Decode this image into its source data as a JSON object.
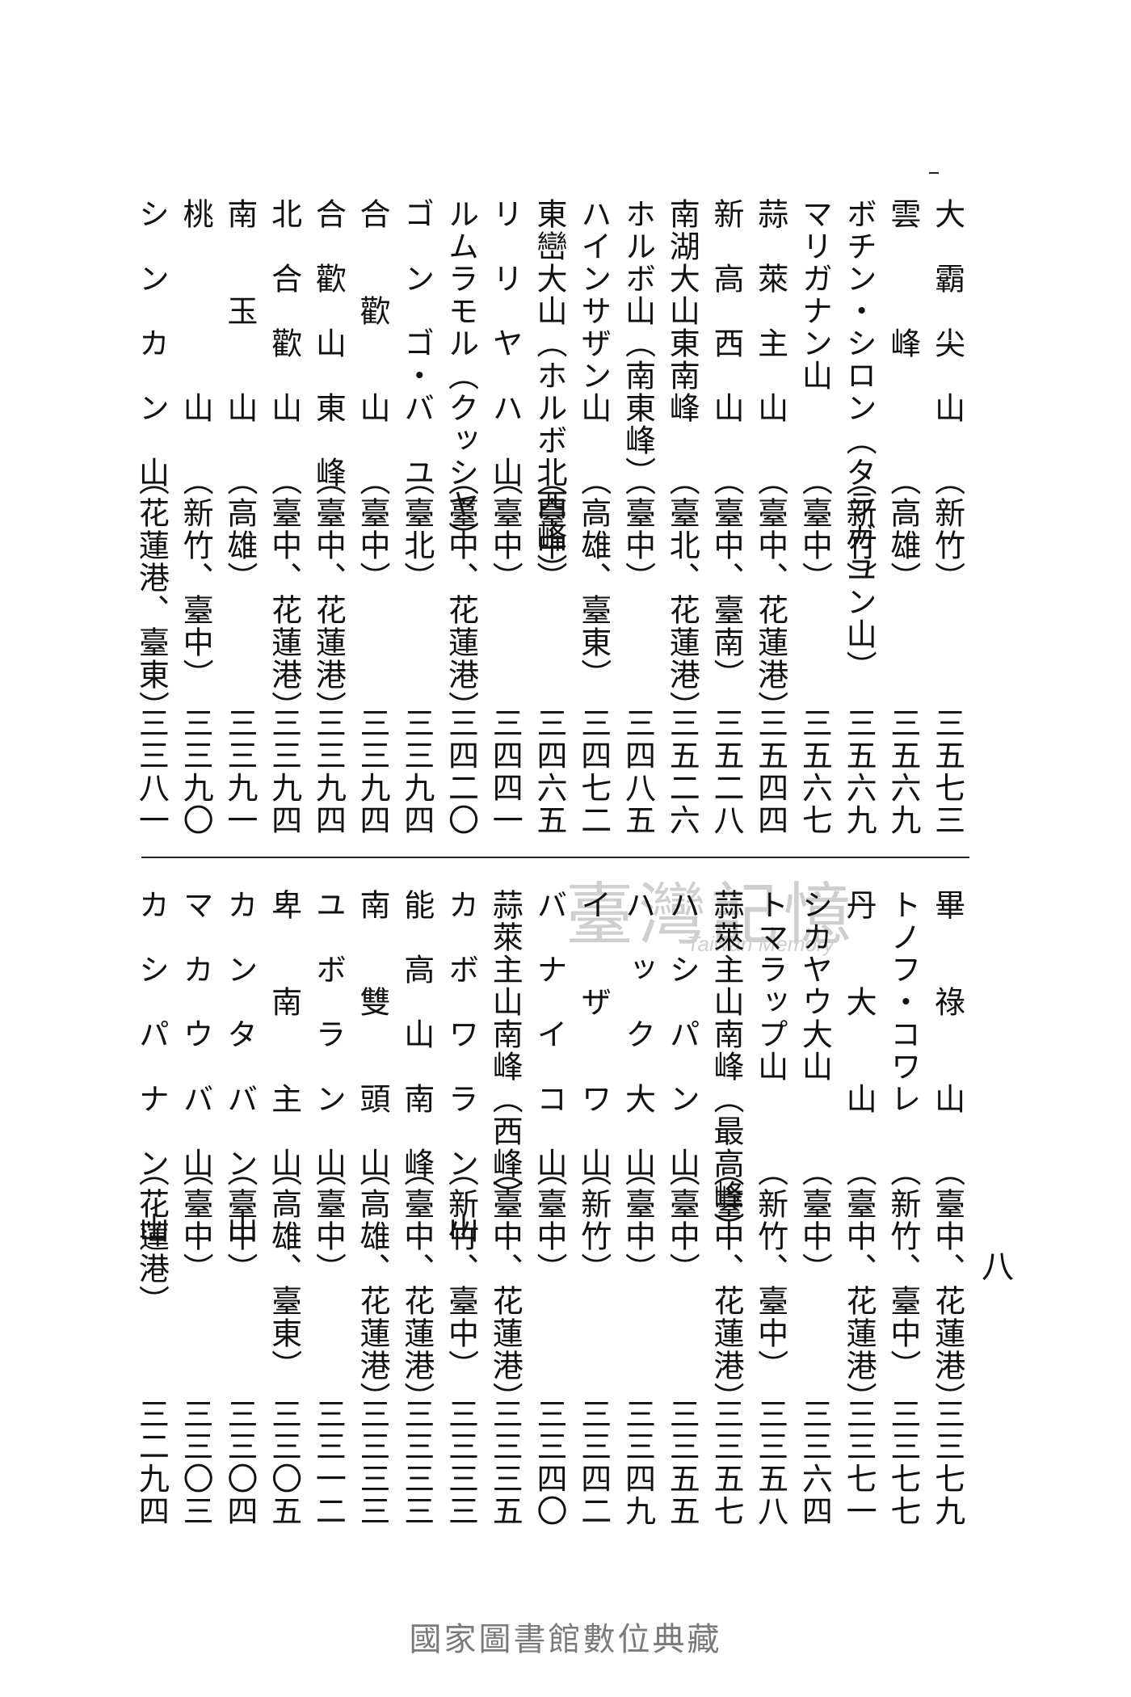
{
  "page_number": "八",
  "watermark": {
    "title": "臺灣記憶",
    "subtitle": "Taiwan Memory"
  },
  "footer": "國家圖書館數位典藏",
  "top_rows": [
    {
      "name": "大　霸　尖　山",
      "pref": "（新竹）",
      "elev": "三五七三"
    },
    {
      "name": "雲　　　峰",
      "pref": "（高雄）",
      "elev": "三五六九"
    },
    {
      "name": "ボチン・シロン（タラガユン山）",
      "pref": "（新竹）",
      "elev": "三五六九"
    },
    {
      "name": "マリガナン山",
      "pref": "（臺中）",
      "elev": "三五六七"
    },
    {
      "name": "蒜　萊　主　山",
      "pref": "（臺中、花蓮港）",
      "elev": "三五四四"
    },
    {
      "name": "新　高　西　山",
      "pref": "（臺中、臺南）",
      "elev": "三五二八"
    },
    {
      "name": "南湖大山東南峰",
      "pref": "（臺北、花蓮港）",
      "elev": "三五二六"
    },
    {
      "name": "ホルボ山（南東峰）",
      "pref": "（臺中）",
      "elev": "三四八五"
    },
    {
      "name": "ハインサザン山",
      "pref": "（高雄、臺東）",
      "elev": "三四七二"
    },
    {
      "name": "東巒大山（ホルボ北西峰）",
      "pref": "（臺中）",
      "elev": "三四六五"
    },
    {
      "name": "リ　リ　ヤ　ハ　山",
      "pref": "（臺中）",
      "elev": "三四四一"
    },
    {
      "name": "ルムラモル（クッシヤ）",
      "pref": "（臺中、花蓮港）",
      "elev": "三四二〇"
    },
    {
      "name": "ゴ　ン　ゴ・バ　ユ",
      "pref": "（臺北）",
      "elev": "三三九四"
    },
    {
      "name": "合　　歡　　山",
      "pref": "（臺中）",
      "elev": "三三九四"
    },
    {
      "name": "合　歡　山　東　峰",
      "pref": "（臺中、花蓮港）",
      "elev": "三三九四"
    },
    {
      "name": "北　合　歡　山",
      "pref": "（臺中、花蓮港）",
      "elev": "三三九四"
    },
    {
      "name": "南　　玉　　山",
      "pref": "（高雄）",
      "elev": "三三九一"
    },
    {
      "name": "桃　　　　　山",
      "pref": "（新竹、臺中）",
      "elev": "三三九〇"
    },
    {
      "name": "シ　ン　カ　ン　山",
      "pref": "（花蓮港、臺東）",
      "elev": "三三八一"
    }
  ],
  "bottom_rows": [
    {
      "name": "畢　　祿　　山",
      "pref": "（臺中、花蓮港）",
      "elev": "三三七九"
    },
    {
      "name": "トノフ・コワレ",
      "pref": "（新竹、臺中）",
      "elev": "三三七七"
    },
    {
      "name": "丹　　大　　山",
      "pref": "（臺中、花蓮港）",
      "elev": "三三七一"
    },
    {
      "name": "シカヤウ大山",
      "pref": "（臺中）",
      "elev": "三三六四"
    },
    {
      "name": "トマラップ山",
      "pref": "（新竹、臺中）",
      "elev": "三三五八"
    },
    {
      "name": "蒜萊主山南峰（最高峰）",
      "pref": "（臺中、花蓮港）",
      "elev": "三三五七"
    },
    {
      "name": "ハ　シ　パ　ン　山",
      "pref": "（臺中）",
      "elev": "三三五五"
    },
    {
      "name": "ハ　ッ　ク　大　山",
      "pref": "（臺中）",
      "elev": "三三四九"
    },
    {
      "name": "イ　　ザ　　ワ　山",
      "pref": "（新竹）",
      "elev": "三三四二"
    },
    {
      "name": "バ　ナ　イ　コ　山",
      "pref": "（臺中）",
      "elev": "三三四〇"
    },
    {
      "name": "蒜萊主山南峰（西峰）",
      "pref": "（臺中、花蓮港）",
      "elev": "三三三五"
    },
    {
      "name": "カ　ボ　ワ　ラ　ン　山",
      "pref": "（新竹、臺中）",
      "elev": "三三三三"
    },
    {
      "name": "能　高　山　南　峰",
      "pref": "（臺中、花蓮港）",
      "elev": "三三三三"
    },
    {
      "name": "南　　雙　　頭　山",
      "pref": "（高雄、花蓮港）",
      "elev": "三三三三"
    },
    {
      "name": "ユ　ボ　ラ　ン　山",
      "pref": "（臺中）",
      "elev": "三三一二"
    },
    {
      "name": "卑　　南　　主　山",
      "pref": "（高雄、臺東）",
      "elev": "三三〇五"
    },
    {
      "name": "カ　ン　タ　バ　ン　山",
      "pref": "（臺中）",
      "elev": "三三〇四"
    },
    {
      "name": "マ　カ　ウ　バ　山",
      "pref": "（臺中）",
      "elev": "三三〇三"
    },
    {
      "name": "カ　シ　パ　ナ　ン　山",
      "pref": "（花蓮港）",
      "elev": "三二九四"
    }
  ]
}
